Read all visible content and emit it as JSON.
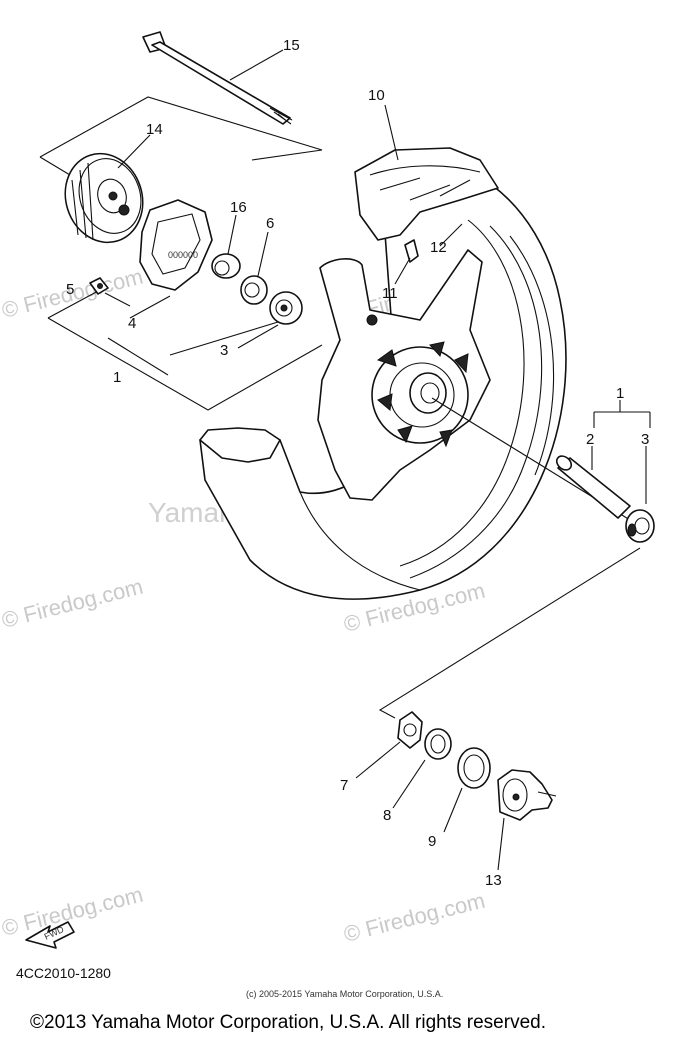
{
  "watermarks": {
    "center": "Yamaha Motor Corp., U.S.A.",
    "firedog": "© Firedog.com"
  },
  "diagram_code": "4CC2010-1280",
  "fwd_label": "FWD",
  "small_copyright": "(c) 2005-2015 Yamaha Motor Corporation, U.S.A.",
  "footer_copyright": "©2013 Yamaha Motor Corporation, U.S.A. All rights reserved.",
  "parts": {
    "p1a": "1",
    "p1b": "1",
    "p2": "2",
    "p3a": "3",
    "p3b": "3",
    "p4": "4",
    "p5": "5",
    "p6": "6",
    "p7": "7",
    "p8": "8",
    "p9": "9",
    "p10": "10",
    "p11": "11",
    "p12": "12",
    "p13": "13",
    "p14": "14",
    "p15": "15",
    "p16": "16"
  }
}
